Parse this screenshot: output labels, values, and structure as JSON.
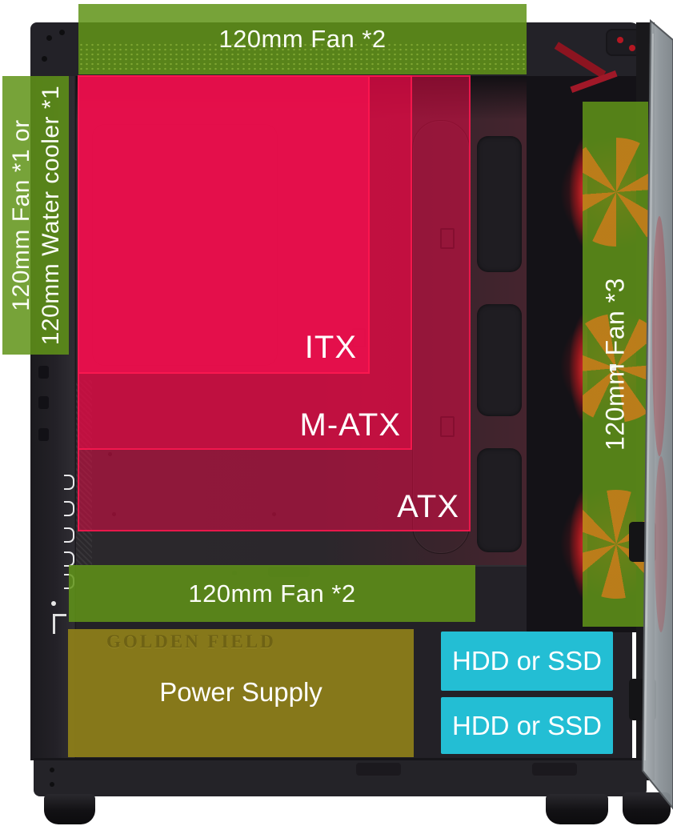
{
  "annotations": {
    "top_fan": {
      "label": "120mm Fan *2"
    },
    "front_fan": {
      "line1": "120mm Fan *1 or",
      "line2": "120mm Water cooler *1"
    },
    "side_fan": {
      "label": "120mm Fan *3"
    },
    "bottom_fan": {
      "label": "120mm Fan *2"
    },
    "motherboards": {
      "itx": "ITX",
      "matx": "M-ATX",
      "atx": "ATX"
    },
    "power_supply": {
      "label": "Power Supply",
      "brand": "GOLDEN FIELD"
    },
    "drive_bays": [
      {
        "label": "HDD or SSD"
      },
      {
        "label": "HDD or SSD"
      }
    ]
  },
  "colors": {
    "annotation_green": "#619418",
    "annotation_red": "#e00a46",
    "annotation_cyan": "#23c3da",
    "annotation_olive": "#8c7d19",
    "fan_glow_red": "#e02024",
    "fan_blade_orange": "#c87c1a",
    "case_black": "#232127",
    "glass_gray": "#9aa0a5",
    "background": "#ffffff"
  }
}
